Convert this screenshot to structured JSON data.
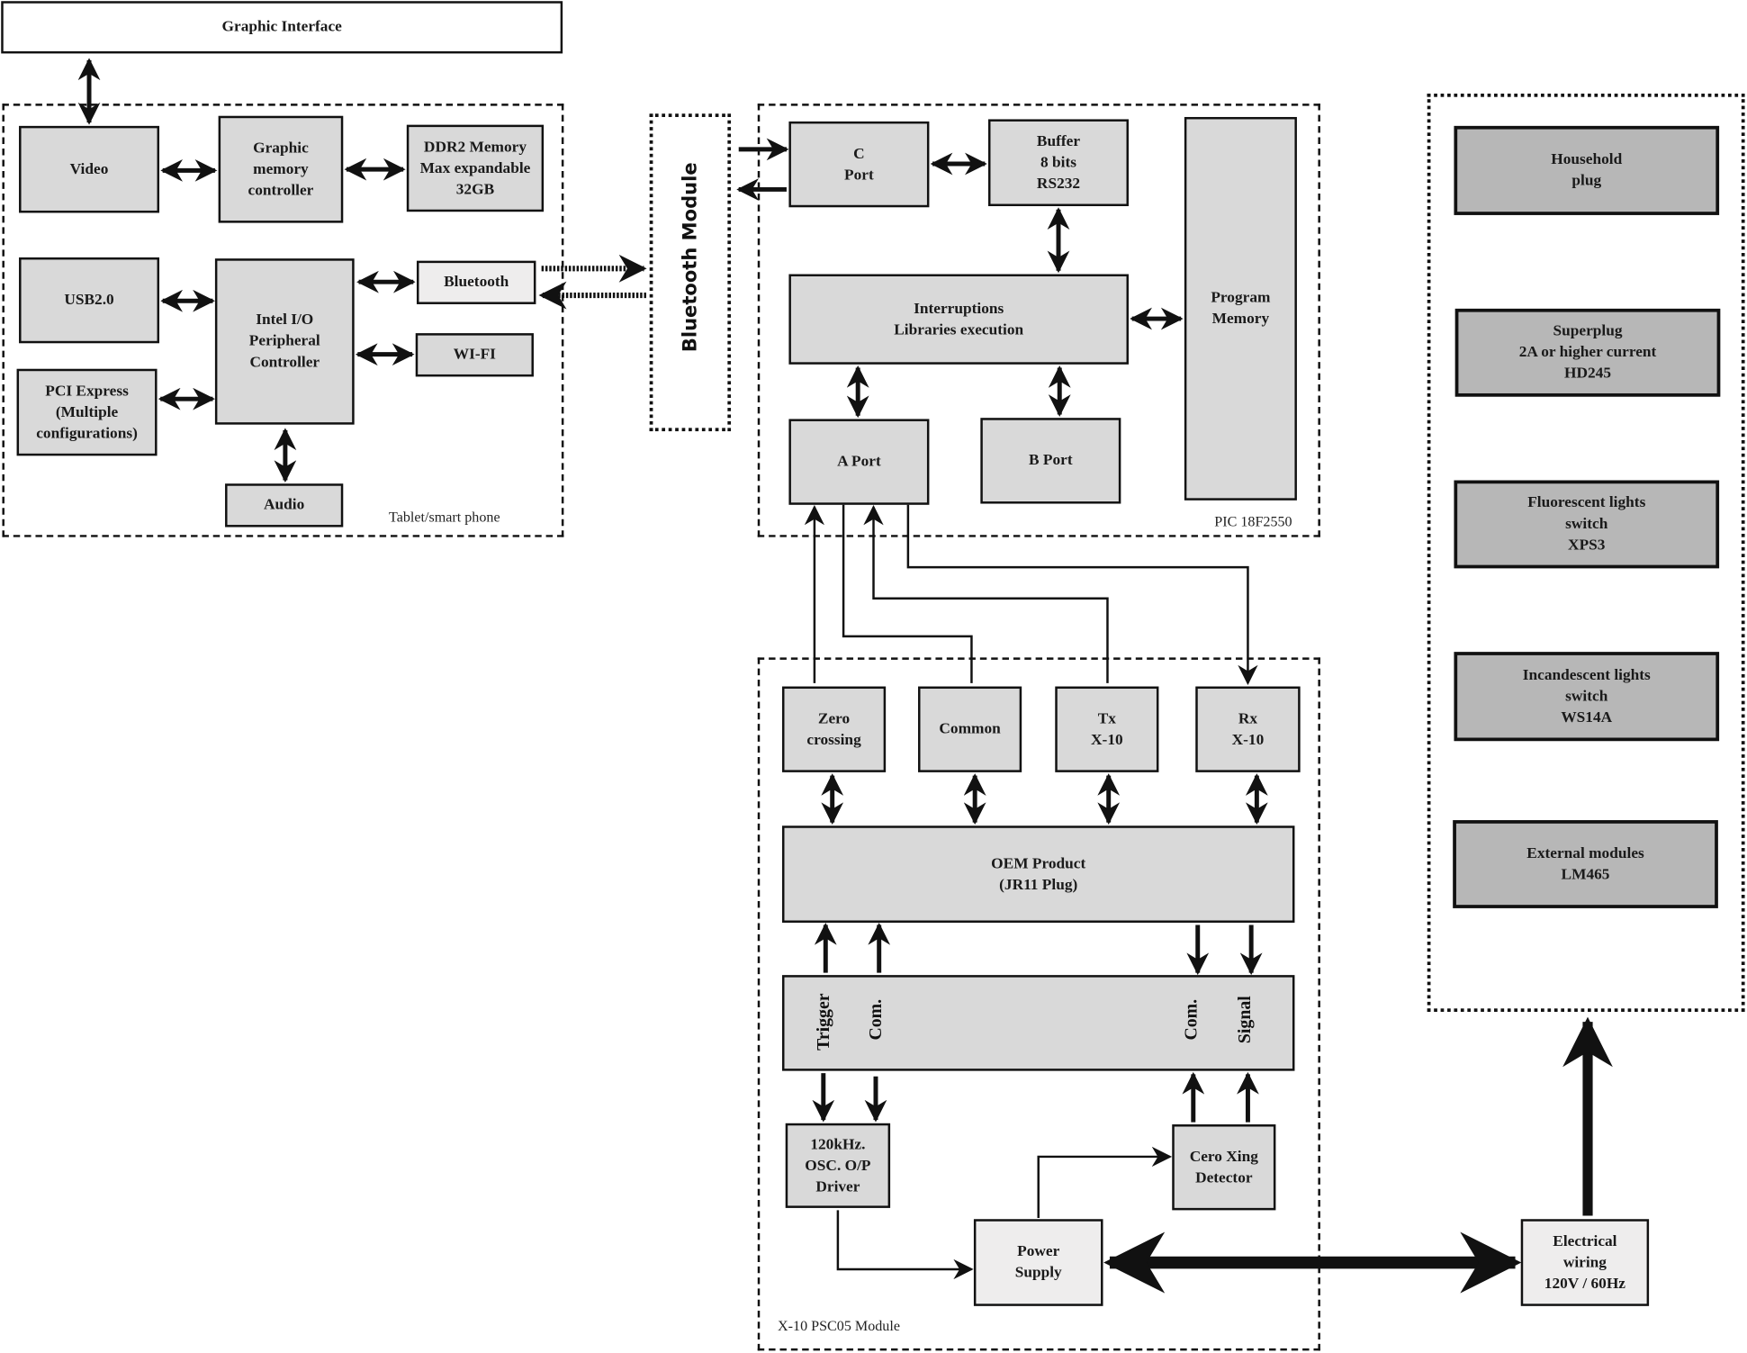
{
  "top": {
    "graphic_interface": "Graphic Interface"
  },
  "tablet": {
    "caption": "Tablet/smart phone",
    "video": "Video",
    "graphic_memory_controller": "Graphic\nmemory\ncontroller",
    "ddr2": "DDR2 Memory\nMax expandable\n32GB",
    "usb": "USB2.0",
    "io_controller": "Intel I/O\nPeripheral\nController",
    "bluetooth": "Bluetooth",
    "wifi": "WI-FI",
    "pci": "PCI Express\n(Multiple\nconfigurations)",
    "audio": "Audio"
  },
  "bluetooth_module": {
    "label": "Bluetooth Module"
  },
  "pic": {
    "caption": "PIC 18F2550",
    "c_port": "C\nPort",
    "buffer": "Buffer\n8 bits\nRS232",
    "interruptions": "Interruptions\nLibraries execution",
    "program_memory": "Program\nMemory",
    "a_port": "A Port",
    "b_port": "B Port"
  },
  "x10": {
    "caption": "X-10 PSC05 Module",
    "zero_crossing": "Zero\ncrossing",
    "common": "Common",
    "tx": "Tx\nX-10",
    "rx": "Rx\nX-10",
    "oem": "OEM Product\n(JR11 Plug)",
    "bus_labels": [
      "Trigger",
      "Com.",
      "Com.",
      "Signal"
    ],
    "osc": "120kHz.\nOSC. O/P\nDriver",
    "cero_xing": "Cero Xing\nDetector",
    "power_supply": "Power\nSupply"
  },
  "electrical_wiring": "Electrical\nwiring\n120V / 60Hz",
  "devices": [
    "Household\nplug",
    "Superplug\n2A or higher current\nHD245",
    "Fluorescent lights\nswitch\nXPS3",
    "Incandescent lights\nswitch\nWS14A",
    "External modules\nLM465"
  ]
}
